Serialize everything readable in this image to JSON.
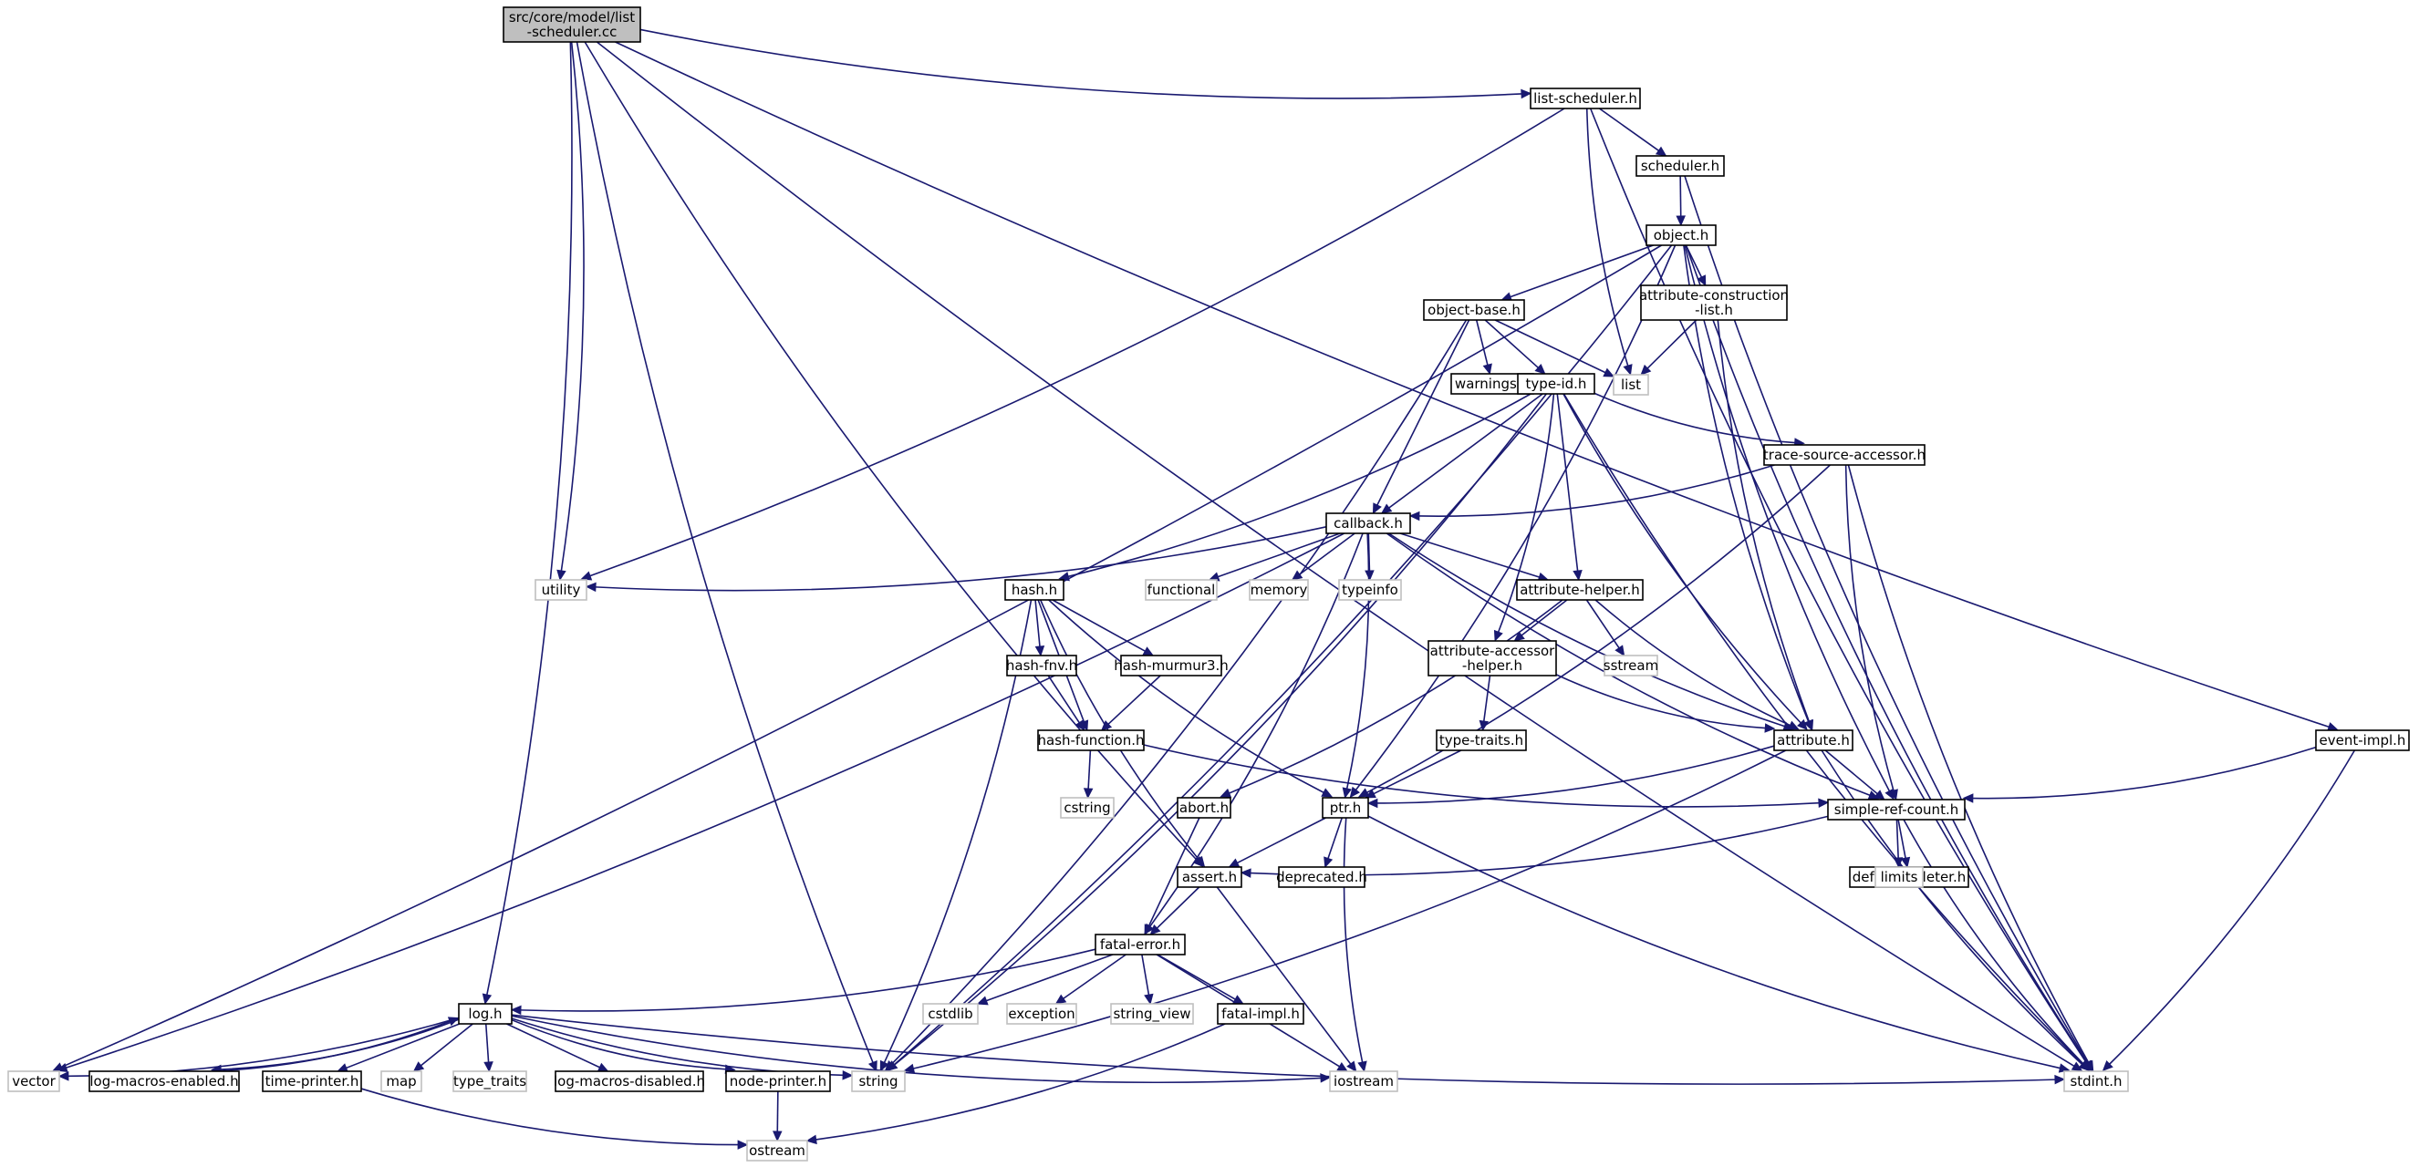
{
  "graph": {
    "colors": {
      "edge": "#191970",
      "root_fill": "#bfbfbf",
      "system_border": "#bfbfbf",
      "project_border": "#000000"
    },
    "nodes": [
      {
        "id": "root",
        "label": [
          "src/core/model/list",
          "-scheduler.cc"
        ],
        "kind": "root"
      },
      {
        "id": "list-scheduler",
        "label": [
          "list-scheduler.h"
        ],
        "kind": "proj"
      },
      {
        "id": "scheduler",
        "label": [
          "scheduler.h"
        ],
        "kind": "proj"
      },
      {
        "id": "object",
        "label": [
          "object.h"
        ],
        "kind": "proj"
      },
      {
        "id": "object-base",
        "label": [
          "object-base.h"
        ],
        "kind": "proj"
      },
      {
        "id": "attr-construction",
        "label": [
          "attribute-construction",
          "-list.h"
        ],
        "kind": "proj"
      },
      {
        "id": "warnings",
        "label": [
          "warnings.h"
        ],
        "kind": "proj"
      },
      {
        "id": "type-id",
        "label": [
          "type-id.h"
        ],
        "kind": "proj"
      },
      {
        "id": "list",
        "label": [
          "list"
        ],
        "kind": "sys"
      },
      {
        "id": "trace-source",
        "label": [
          "trace-source-accessor.h"
        ],
        "kind": "proj"
      },
      {
        "id": "callback",
        "label": [
          "callback.h"
        ],
        "kind": "proj"
      },
      {
        "id": "utility",
        "label": [
          "utility"
        ],
        "kind": "sys"
      },
      {
        "id": "functional",
        "label": [
          "functional"
        ],
        "kind": "sys"
      },
      {
        "id": "memory",
        "label": [
          "memory"
        ],
        "kind": "sys"
      },
      {
        "id": "typeinfo",
        "label": [
          "typeinfo"
        ],
        "kind": "sys"
      },
      {
        "id": "hash",
        "label": [
          "hash.h"
        ],
        "kind": "proj"
      },
      {
        "id": "attr-helper",
        "label": [
          "attribute-helper.h"
        ],
        "kind": "proj"
      },
      {
        "id": "sstream",
        "label": [
          "sstream"
        ],
        "kind": "sys"
      },
      {
        "id": "hash-fnv",
        "label": [
          "hash-fnv.h"
        ],
        "kind": "proj"
      },
      {
        "id": "hash-murmur3",
        "label": [
          "hash-murmur3.h"
        ],
        "kind": "proj"
      },
      {
        "id": "attr-accessor",
        "label": [
          "attribute-accessor",
          "-helper.h"
        ],
        "kind": "proj"
      },
      {
        "id": "hash-function",
        "label": [
          "hash-function.h"
        ],
        "kind": "proj"
      },
      {
        "id": "type-traits-h",
        "label": [
          "type-traits.h"
        ],
        "kind": "proj"
      },
      {
        "id": "attribute",
        "label": [
          "attribute.h"
        ],
        "kind": "proj"
      },
      {
        "id": "event-impl",
        "label": [
          "event-impl.h"
        ],
        "kind": "proj"
      },
      {
        "id": "cstring",
        "label": [
          "cstring"
        ],
        "kind": "sys"
      },
      {
        "id": "abort",
        "label": [
          "abort.h"
        ],
        "kind": "proj"
      },
      {
        "id": "ptr",
        "label": [
          "ptr.h"
        ],
        "kind": "proj"
      },
      {
        "id": "simple-ref-count",
        "label": [
          "simple-ref-count.h"
        ],
        "kind": "proj"
      },
      {
        "id": "assert",
        "label": [
          "assert.h"
        ],
        "kind": "proj"
      },
      {
        "id": "deprecated",
        "label": [
          "deprecated.h"
        ],
        "kind": "proj"
      },
      {
        "id": "default-deleter",
        "label": [
          "default-deleter.h"
        ],
        "kind": "proj"
      },
      {
        "id": "limits",
        "label": [
          "limits"
        ],
        "kind": "sys"
      },
      {
        "id": "fatal-error",
        "label": [
          "fatal-error.h"
        ],
        "kind": "proj"
      },
      {
        "id": "log",
        "label": [
          "log.h"
        ],
        "kind": "proj"
      },
      {
        "id": "cstdlib",
        "label": [
          "cstdlib"
        ],
        "kind": "sys"
      },
      {
        "id": "exception",
        "label": [
          "exception"
        ],
        "kind": "sys"
      },
      {
        "id": "string_view",
        "label": [
          "string_view"
        ],
        "kind": "sys"
      },
      {
        "id": "fatal-impl",
        "label": [
          "fatal-impl.h"
        ],
        "kind": "proj"
      },
      {
        "id": "vector",
        "label": [
          "vector"
        ],
        "kind": "sys"
      },
      {
        "id": "log-macros-enabled",
        "label": [
          "log-macros-enabled.h"
        ],
        "kind": "proj"
      },
      {
        "id": "time-printer",
        "label": [
          "time-printer.h"
        ],
        "kind": "proj"
      },
      {
        "id": "map",
        "label": [
          "map"
        ],
        "kind": "sys"
      },
      {
        "id": "type_traits",
        "label": [
          "type_traits"
        ],
        "kind": "sys"
      },
      {
        "id": "log-macros-disabled",
        "label": [
          "log-macros-disabled.h"
        ],
        "kind": "proj"
      },
      {
        "id": "node-printer",
        "label": [
          "node-printer.h"
        ],
        "kind": "proj"
      },
      {
        "id": "string",
        "label": [
          "string"
        ],
        "kind": "sys"
      },
      {
        "id": "iostream",
        "label": [
          "iostream"
        ],
        "kind": "sys"
      },
      {
        "id": "stdint",
        "label": [
          "stdint.h"
        ],
        "kind": "sys"
      },
      {
        "id": "ostream",
        "label": [
          "ostream"
        ],
        "kind": "sys"
      }
    ],
    "edges": [
      [
        "root",
        "list-scheduler"
      ],
      [
        "root",
        "event-impl"
      ],
      [
        "root",
        "log"
      ],
      [
        "root",
        "utility"
      ],
      [
        "root",
        "string"
      ],
      [
        "root",
        "assert"
      ],
      [
        "root",
        "stdint"
      ],
      [
        "list-scheduler",
        "scheduler"
      ],
      [
        "list-scheduler",
        "utility"
      ],
      [
        "list-scheduler",
        "list"
      ],
      [
        "list-scheduler",
        "stdint"
      ],
      [
        "scheduler",
        "object"
      ],
      [
        "scheduler",
        "stdint"
      ],
      [
        "object",
        "object-base"
      ],
      [
        "object",
        "attr-construction"
      ],
      [
        "object",
        "ptr"
      ],
      [
        "object",
        "string"
      ],
      [
        "object",
        "vector"
      ],
      [
        "object",
        "attribute"
      ],
      [
        "object",
        "simple-ref-count"
      ],
      [
        "object",
        "stdint"
      ],
      [
        "object-base",
        "warnings"
      ],
      [
        "object-base",
        "type-id"
      ],
      [
        "object-base",
        "list"
      ],
      [
        "object-base",
        "callback"
      ],
      [
        "object-base",
        "string"
      ],
      [
        "attr-construction",
        "list"
      ],
      [
        "attr-construction",
        "attribute"
      ],
      [
        "type-id",
        "trace-source"
      ],
      [
        "type-id",
        "callback"
      ],
      [
        "type-id",
        "hash"
      ],
      [
        "type-id",
        "attr-helper"
      ],
      [
        "type-id",
        "attr-accessor"
      ],
      [
        "type-id",
        "attribute"
      ],
      [
        "type-id",
        "string"
      ],
      [
        "type-id",
        "stdint"
      ],
      [
        "trace-source",
        "callback"
      ],
      [
        "trace-source",
        "ptr"
      ],
      [
        "trace-source",
        "simple-ref-count"
      ],
      [
        "trace-source",
        "stdint"
      ],
      [
        "callback",
        "utility"
      ],
      [
        "callback",
        "functional"
      ],
      [
        "callback",
        "memory"
      ],
      [
        "callback",
        "typeinfo"
      ],
      [
        "callback",
        "attr-helper"
      ],
      [
        "callback",
        "attribute"
      ],
      [
        "callback",
        "ptr"
      ],
      [
        "callback",
        "fatal-error"
      ],
      [
        "callback",
        "simple-ref-count"
      ],
      [
        "callback",
        "vector"
      ],
      [
        "hash",
        "hash-fnv"
      ],
      [
        "hash",
        "hash-murmur3"
      ],
      [
        "hash",
        "hash-function"
      ],
      [
        "hash",
        "assert"
      ],
      [
        "hash",
        "ptr"
      ],
      [
        "hash",
        "string"
      ],
      [
        "attr-helper",
        "attr-accessor"
      ],
      [
        "attr-helper",
        "sstream"
      ],
      [
        "attr-helper",
        "attribute"
      ],
      [
        "attr-helper",
        "abort"
      ],
      [
        "hash-fnv",
        "hash-function"
      ],
      [
        "hash-murmur3",
        "hash-function"
      ],
      [
        "hash-function",
        "cstring"
      ],
      [
        "hash-function",
        "simple-ref-count"
      ],
      [
        "attr-accessor",
        "type-traits-h"
      ],
      [
        "attr-accessor",
        "attribute"
      ],
      [
        "type-traits-h",
        "ptr"
      ],
      [
        "attribute",
        "ptr"
      ],
      [
        "attribute",
        "simple-ref-count"
      ],
      [
        "attribute",
        "string"
      ],
      [
        "attribute",
        "stdint"
      ],
      [
        "event-impl",
        "simple-ref-count"
      ],
      [
        "event-impl",
        "stdint"
      ],
      [
        "abort",
        "fatal-error"
      ],
      [
        "ptr",
        "assert"
      ],
      [
        "ptr",
        "deprecated"
      ],
      [
        "ptr",
        "iostream"
      ],
      [
        "ptr",
        "stdint"
      ],
      [
        "simple-ref-count",
        "default-deleter"
      ],
      [
        "simple-ref-count",
        "limits"
      ],
      [
        "simple-ref-count",
        "assert"
      ],
      [
        "simple-ref-count",
        "stdint"
      ],
      [
        "assert",
        "fatal-error"
      ],
      [
        "assert",
        "iostream"
      ],
      [
        "fatal-error",
        "log"
      ],
      [
        "fatal-error",
        "cstdlib"
      ],
      [
        "fatal-error",
        "exception"
      ],
      [
        "fatal-error",
        "string_view"
      ],
      [
        "fatal-error",
        "fatal-impl"
      ],
      [
        "fatal-error",
        "iostream"
      ],
      [
        "fatal-impl",
        "ostream"
      ],
      [
        "log",
        "vector"
      ],
      [
        "log",
        "log-macros-enabled"
      ],
      [
        "log",
        "time-printer"
      ],
      [
        "log",
        "map"
      ],
      [
        "log",
        "type_traits"
      ],
      [
        "log",
        "log-macros-disabled"
      ],
      [
        "log",
        "node-printer"
      ],
      [
        "log",
        "string"
      ],
      [
        "log",
        "iostream"
      ],
      [
        "log",
        "stdint"
      ],
      [
        "log-macros-enabled",
        "log"
      ],
      [
        "time-printer",
        "ostream"
      ],
      [
        "node-printer",
        "ostream"
      ]
    ]
  }
}
